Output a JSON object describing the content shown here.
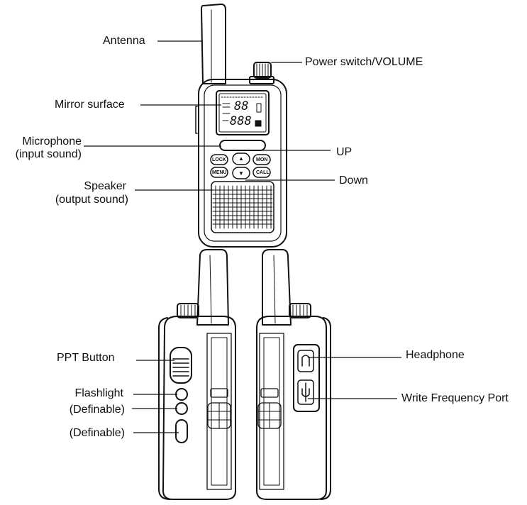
{
  "labels": {
    "antenna": "Antenna",
    "power_switch": "Power switch/VOLUME",
    "mirror_surface": "Mirror surface",
    "microphone": "Microphone",
    "microphone_note": "(input sound)",
    "up": "UP",
    "down": "Down",
    "speaker": "Speaker",
    "speaker_note": "(output sound)",
    "ppt_button": "PPT Button",
    "flashlight": "Flashlight",
    "definable_1": "(Definable)",
    "definable_2": "(Definable)",
    "headphone": "Headphone",
    "write_port": "Write Frequency Port"
  },
  "keypad": {
    "lock": "LOCK",
    "up_arrow": "▲",
    "mon": "MON",
    "menu": "MENU",
    "down_arrow": "▼",
    "call": "CALL"
  },
  "display": {
    "digits_top": "88",
    "digits_bottom": "888"
  }
}
